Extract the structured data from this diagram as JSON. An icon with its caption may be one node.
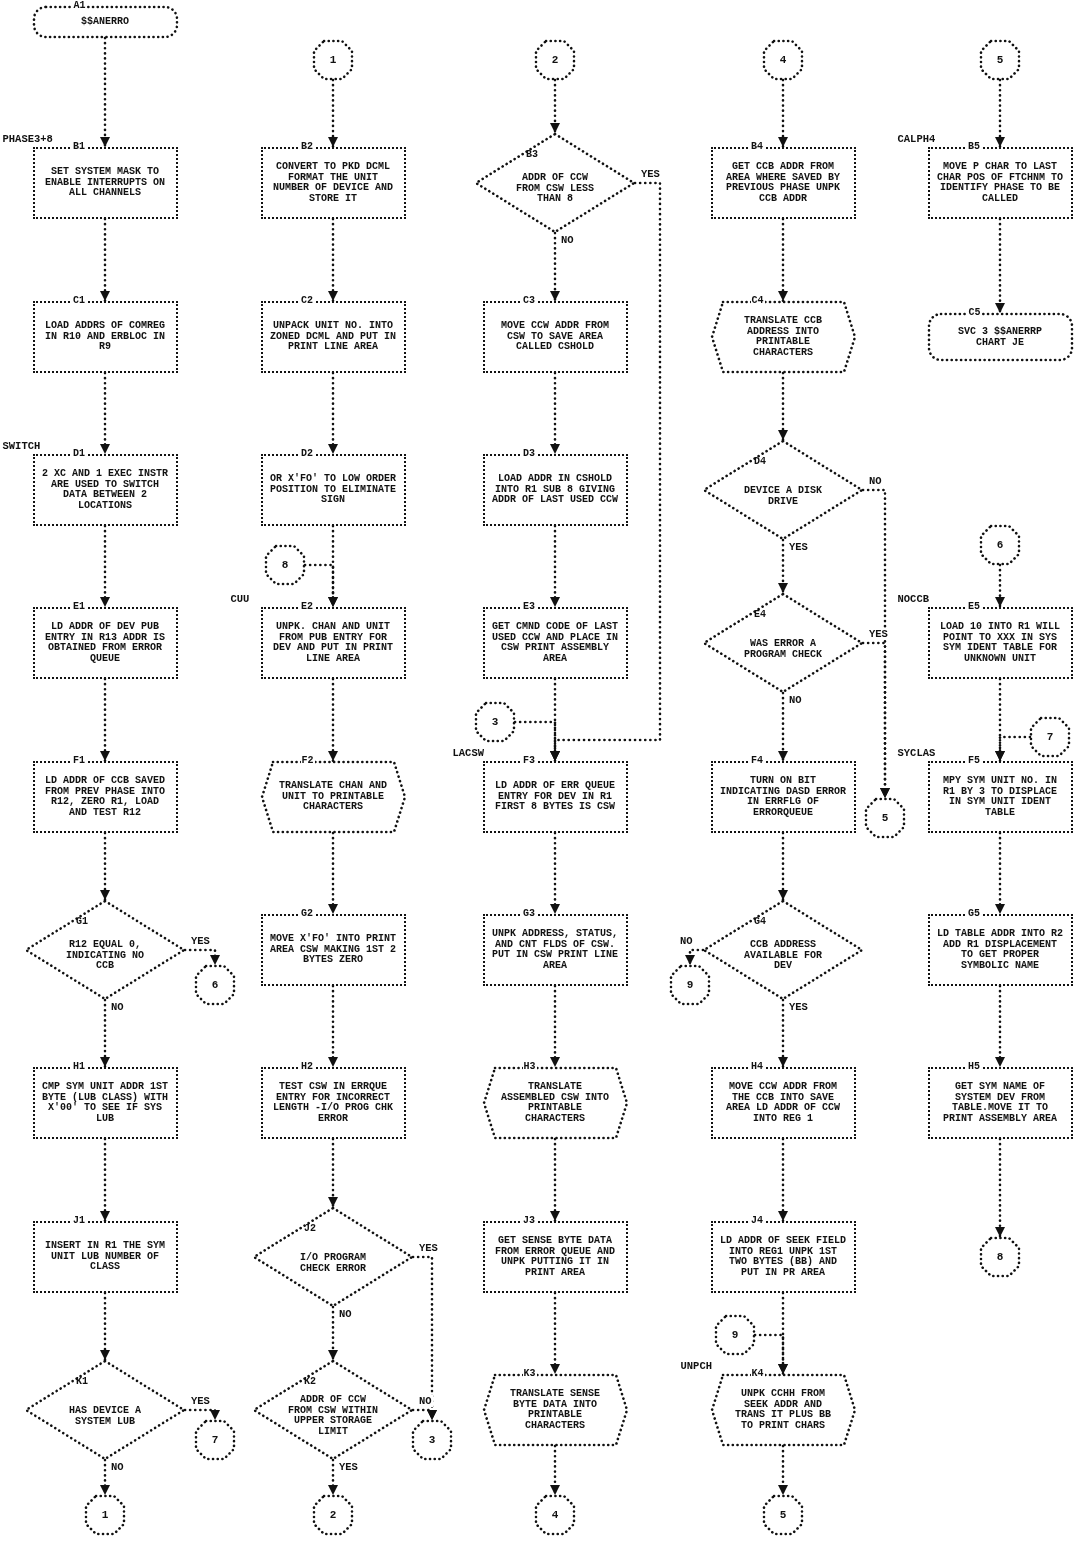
{
  "diagram": {
    "nodes": [
      {
        "text": [
          "A1",
          "$$ANERRO"
        ]
      },
      {
        "text": [
          "B1",
          "SET SYSTEM MASK TO ENABLE INTERRUPTS ON ALL CHANNELS"
        ],
        "beside": [
          "PHASE3+8"
        ]
      },
      {
        "text": [
          "C1",
          "LOAD ADDRS OF COMREG IN R10 AND ERBLOC IN R9"
        ]
      },
      {
        "text": [
          "D1",
          "2 XC AND 1 EXEC INSTR ARE USED TO SWITCH DATA BETWEEN 2 LOCATIONS"
        ],
        "beside": [
          "SWITCH"
        ]
      },
      {
        "text": [
          "E1",
          "LD ADDR OF DEV PUB ENTRY IN R13 ADDR IS OBTAINED FROM ERROR QUEUE"
        ]
      },
      {
        "text": [
          "F1",
          "LD ADDR OF CCB SAVED FROM PREV PHASE INTO R12, ZERO R1, LOAD AND TEST R12"
        ]
      },
      {
        "text": [
          "G1",
          "R12 EQUAL 0, INDICATING NO CCB"
        ]
      },
      {
        "text": [
          "6"
        ]
      },
      {
        "text": [
          "H1",
          "CMP SYM UNIT ADDR 1ST BYTE (LUB CLASS) WITH X'00' TO SEE IF SYS LUB"
        ]
      },
      {
        "text": [
          "J1",
          "INSERT IN R1 THE SYM UNIT LUB NUMBER OF CLASS"
        ]
      },
      {
        "text": [
          "K1",
          "HAS DEVICE A SYSTEM LUB"
        ]
      },
      {
        "text": [
          "7"
        ]
      },
      {
        "text": [
          "1"
        ]
      },
      {
        "text": [
          "1"
        ]
      },
      {
        "text": [
          "B2",
          "CONVERT TO PKD DCML FORMAT THE UNIT NUMBER OF DEVICE AND STORE IT"
        ]
      },
      {
        "text": [
          "C2",
          "UNPACK UNIT NO. INTO ZONED DCML AND PUT IN PRINT LINE AREA"
        ]
      },
      {
        "text": [
          "D2",
          "OR X'FO' TO LOW ORDER POSITION TO ELIMINATE SIGN"
        ]
      },
      {
        "text": [
          "8"
        ]
      },
      {
        "text": [
          "E2",
          "UNPK. CHAN AND UNIT FROM PUB ENTRY FOR DEV AND PUT IN PRINT LINE AREA"
        ],
        "beside": [
          "CUU"
        ]
      },
      {
        "text": [
          "F2",
          "TRANSLATE CHAN AND UNIT TO PRINTABLE CHARACTERS"
        ]
      },
      {
        "text": [
          "G2",
          "MOVE X'FO' INTO PRINT AREA CSW MAKING 1ST 2 BYTES ZERO"
        ]
      },
      {
        "text": [
          "H2",
          "TEST CSW IN ERRQUE ENTRY FOR INCORRECT LENGTH -I/O PROG CHK ERROR"
        ]
      },
      {
        "text": [
          "J2",
          "I/O PROGRAM CHECK ERROR"
        ]
      },
      {
        "text": [
          "K2",
          "ADDR OF CCW FROM CSW WITHIN UPPER STORAGE LIMIT"
        ]
      },
      {
        "text": [
          "3"
        ]
      },
      {
        "text": [
          "2"
        ]
      },
      {
        "text": [
          "2"
        ]
      },
      {
        "text": [
          "B3",
          "ADDR OF CCW FROM CSW LESS THAN 8"
        ]
      },
      {
        "text": [
          "C3",
          "MOVE CCW ADDR FROM CSW TO SAVE AREA CALLED CSHOLD"
        ]
      },
      {
        "text": [
          "D3",
          "LOAD ADDR IN CSHOLD INTO R1 SUB 8 GIVING ADDR OF LAST USED CCW"
        ]
      },
      {
        "text": [
          "E3",
          "GET CMND CODE OF LAST USED CCW AND PLACE IN CSW PRINT ASSEMBLY AREA"
        ]
      },
      {
        "text": [
          "3"
        ]
      },
      {
        "text": [
          "F3",
          "LD ADDR OF ERR QUEUE ENTRY FOR DEV IN R1 FIRST 8 BYTES IS CSW"
        ],
        "beside": [
          "LACSW"
        ]
      },
      {
        "text": [
          "G3",
          "UNPK ADDRESS, STATUS, AND CNT FLDS OF CSW. PUT IN CSW PRINT LINE AREA"
        ]
      },
      {
        "text": [
          "H3",
          "TRANSLATE ASSEMBLED CSW INTO PRINTABLE CHARACTERS"
        ]
      },
      {
        "text": [
          "J3",
          "GET SENSE BYTE DATA FROM ERROR QUEUE AND UNPK PUTTING IT IN PRINT AREA"
        ]
      },
      {
        "text": [
          "K3",
          "TRANSLATE SENSE BYTE DATA INTO PRINTABLE CHARACTERS"
        ]
      },
      {
        "text": [
          "4"
        ]
      },
      {
        "text": [
          "4"
        ]
      },
      {
        "text": [
          "B4",
          "GET CCB ADDR FROM AREA WHERE SAVED BY PREVIOUS PHASE UNPK CCB ADDR"
        ]
      },
      {
        "text": [
          "C4",
          "TRANSLATE CCB ADDRESS INTO PRINTABLE CHARACTERS"
        ]
      },
      {
        "text": [
          "D4",
          "DEVICE A DISK DRIVE"
        ]
      },
      {
        "text": [
          "E4",
          "WAS ERROR A PROGRAM CHECK"
        ]
      },
      {
        "text": [
          "5"
        ]
      },
      {
        "text": [
          "F4",
          "TURN ON BIT INDICATING DASD ERROR IN ERRFLG OF ERRORQUEUE"
        ]
      },
      {
        "text": [
          "G4",
          "CCB ADDRESS AVAILABLE FOR DEV"
        ]
      },
      {
        "text": [
          "9"
        ]
      },
      {
        "text": [
          "H4",
          "MOVE CCW ADDR FROM THE CCB INTO SAVE AREA LD ADDR OF CCW INTO REG 1"
        ]
      },
      {
        "text": [
          "J4",
          "LD ADDR OF SEEK FIELD INTO REG1 UNPK 1ST TWO BYTES (BB) AND PUT IN PR AREA"
        ]
      },
      {
        "text": [
          "9"
        ]
      },
      {
        "text": [
          "K4",
          "UNPK CCHH FROM SEEK ADDR AND TRANS IT PLUS BB TO PRINT CHARS"
        ],
        "beside": [
          "UNPCH"
        ]
      },
      {
        "text": [
          "5"
        ]
      },
      {
        "text": [
          "5"
        ]
      },
      {
        "text": [
          "B5",
          "MOVE P CHAR TO LAST CHAR POS OF FTCHNM TO IDENTIFY PHASE TO BE CALLED"
        ],
        "beside": [
          "CALPH4"
        ]
      },
      {
        "text": [
          "C5",
          "SVC 3 $$ANERRP CHART JE"
        ]
      },
      {
        "text": [
          "6"
        ]
      },
      {
        "text": [
          "E5",
          "LOAD 10 INTO R1 WILL POINT TO XXX IN SYS SYM IDENT TABLE FOR UNKNOWN UNIT"
        ],
        "beside": [
          "NOCCB"
        ]
      },
      {
        "text": [
          "7"
        ]
      },
      {
        "text": [
          "F5",
          "MPY SYM UNIT NO. IN R1 BY 3 TO DISPLACE IN SYM UNIT IDENT TABLE"
        ],
        "beside": [
          "SYCLAS"
        ]
      },
      {
        "text": [
          "G5",
          "LD TABLE ADDR INTO R2 ADD R1 DISPLACEMENT TO GET PROPER SYMBOLIC NAME"
        ]
      },
      {
        "text": [
          "H5",
          "GET SYM NAME OF SYSTEM DEV FROM TABLE.MOVE IT TO PRINT ASSEMBLY AREA"
        ]
      },
      {
        "text": [
          "8"
        ]
      }
    ],
    "edges": [
      {
        "from": 0,
        "to": 1,
        "arrow": "to"
      },
      {
        "from": 1,
        "to": 2,
        "arrow": "to"
      },
      {
        "from": 2,
        "to": 3,
        "arrow": "to"
      },
      {
        "from": 3,
        "to": 4,
        "arrow": "to"
      },
      {
        "from": 4,
        "to": 5,
        "arrow": "to"
      },
      {
        "from": 5,
        "to": 6,
        "arrow": "to"
      },
      {
        "from": 6,
        "to": 7,
        "label": "YES",
        "arrow": "to"
      },
      {
        "from": 6,
        "to": 8,
        "label": "NO",
        "arrow": "to"
      },
      {
        "from": 8,
        "to": 9,
        "arrow": "to"
      },
      {
        "from": 9,
        "to": 10,
        "arrow": "to"
      },
      {
        "from": 10,
        "to": 11,
        "label": "YES",
        "arrow": "to"
      },
      {
        "from": 10,
        "to": 12,
        "label": "NO",
        "arrow": "to"
      },
      {
        "from": 13,
        "to": 14,
        "arrow": "to"
      },
      {
        "from": 14,
        "to": 15,
        "arrow": "to"
      },
      {
        "from": 15,
        "to": 16,
        "arrow": "to"
      },
      {
        "from": 16,
        "to": 18,
        "arrow": "to"
      },
      {
        "from": 17,
        "to": 18,
        "arrow": "to"
      },
      {
        "from": 18,
        "to": 19,
        "arrow": "to"
      },
      {
        "from": 19,
        "to": 20,
        "arrow": "to"
      },
      {
        "from": 20,
        "to": 21,
        "arrow": "to"
      },
      {
        "from": 21,
        "to": 22,
        "arrow": "to"
      },
      {
        "from": 22,
        "to": 24,
        "label": "YES",
        "arrow": "to"
      },
      {
        "from": 22,
        "to": 23,
        "label": "NO",
        "arrow": "to"
      },
      {
        "from": 23,
        "to": 24,
        "label": "NO",
        "arrow": "to"
      },
      {
        "from": 23,
        "to": 25,
        "label": "YES",
        "arrow": "to"
      },
      {
        "from": 26,
        "to": 27,
        "arrow": "to"
      },
      {
        "from": 27,
        "to": 32,
        "label": "YES",
        "arrow": "to"
      },
      {
        "from": 27,
        "to": 28,
        "label": "NO",
        "arrow": "to"
      },
      {
        "from": 28,
        "to": 29,
        "arrow": "to"
      },
      {
        "from": 29,
        "to": 30,
        "arrow": "to"
      },
      {
        "from": 30,
        "to": 32,
        "arrow": "to"
      },
      {
        "from": 31,
        "to": 32,
        "arrow": "to"
      },
      {
        "from": 32,
        "to": 33,
        "arrow": "to"
      },
      {
        "from": 33,
        "to": 34,
        "arrow": "to"
      },
      {
        "from": 34,
        "to": 35,
        "arrow": "to"
      },
      {
        "from": 35,
        "to": 36,
        "arrow": "to"
      },
      {
        "from": 36,
        "to": 37,
        "arrow": "to"
      },
      {
        "from": 38,
        "to": 39,
        "arrow": "to"
      },
      {
        "from": 39,
        "to": 40,
        "arrow": "to"
      },
      {
        "from": 40,
        "to": 41,
        "arrow": "to"
      },
      {
        "from": 41,
        "to": 43,
        "label": "NO",
        "arrow": "to"
      },
      {
        "from": 41,
        "to": 42,
        "label": "YES",
        "arrow": "to"
      },
      {
        "from": 42,
        "to": 43,
        "label": "YES",
        "arrow": "to"
      },
      {
        "from": 42,
        "to": 44,
        "label": "NO",
        "arrow": "to"
      },
      {
        "from": 44,
        "to": 45,
        "arrow": "to"
      },
      {
        "from": 45,
        "to": 46,
        "label": "NO",
        "arrow": "to"
      },
      {
        "from": 45,
        "to": 47,
        "label": "YES",
        "arrow": "to"
      },
      {
        "from": 47,
        "to": 48,
        "arrow": "to"
      },
      {
        "from": 48,
        "to": 50,
        "arrow": "to"
      },
      {
        "from": 49,
        "to": 50,
        "arrow": "to"
      },
      {
        "from": 50,
        "to": 51,
        "arrow": "to"
      },
      {
        "from": 52,
        "to": 53,
        "arrow": "to"
      },
      {
        "from": 53,
        "to": 54,
        "arrow": "to"
      },
      {
        "from": 55,
        "to": 56,
        "arrow": "to"
      },
      {
        "from": 56,
        "to": 58,
        "arrow": "to"
      },
      {
        "from": 57,
        "to": 58,
        "arrow": "to"
      },
      {
        "from": 58,
        "to": 59,
        "arrow": "to"
      },
      {
        "from": 59,
        "to": 60,
        "arrow": "to"
      },
      {
        "from": 60,
        "to": 61,
        "arrow": "to"
      }
    ]
  }
}
